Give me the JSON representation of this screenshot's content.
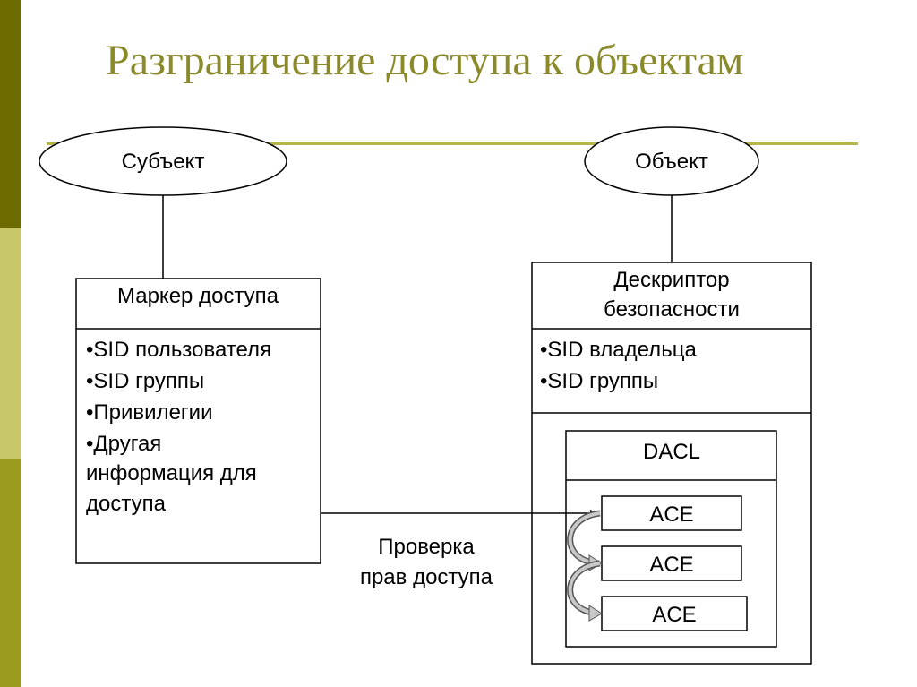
{
  "title": "Разграничение доступа к объектам",
  "subject": {
    "ellipse_label": "Субъект",
    "box_header": "Маркер доступа",
    "items": [
      "•SID пользователя",
      "•SID группы",
      "•Привилегии",
      "•Другая",
      "информация для",
      "доступа"
    ]
  },
  "object": {
    "ellipse_label": "Объект",
    "box_header_line1": "Дескриптор",
    "box_header_line2": "безопасности",
    "items": [
      "•SID владельца",
      "•SID группы"
    ],
    "dacl_label": "DACL",
    "ace_labels": [
      "ACE",
      "ACE",
      "ACE"
    ]
  },
  "check_label_line1": "Проверка",
  "check_label_line2": "прав доступа",
  "colors": {
    "accent": "#8a8a2a",
    "rule": "#b5b54a"
  }
}
